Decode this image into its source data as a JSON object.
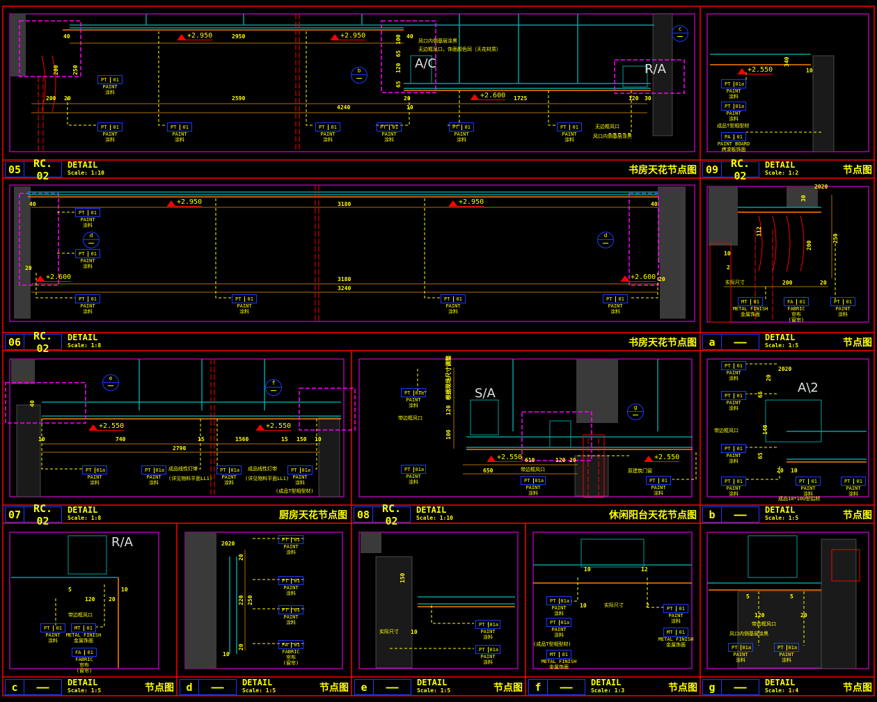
{
  "colors": {
    "background": "#000000",
    "frame": "#ff0000",
    "text": "#ffff00",
    "tag_border": "#1a3cff",
    "callout": "#ff00ff",
    "structure": "#008080",
    "finish": "#ff8000"
  },
  "panels": [
    {
      "id": "05",
      "ref": "RC. 02",
      "label": "DETAIL",
      "scale": "Scale: 1:10",
      "title": "书房天花节点图",
      "tags": [
        {
          "code": "PT",
          "num": "01",
          "en": "PAINT",
          "cn": "涂料"
        },
        {
          "code": "PT",
          "num": "01",
          "en": "PAINT",
          "cn": "涂料"
        },
        {
          "code": "PT",
          "num": "01",
          "en": "PAINT",
          "cn": "涂料"
        },
        {
          "code": "PT",
          "num": "01",
          "en": "PAINT",
          "cn": "涂料"
        },
        {
          "code": "PT",
          "num": "01",
          "en": "PAINT",
          "cn": "涂料"
        },
        {
          "code": "PT",
          "num": "01",
          "en": "PAINT",
          "cn": "涂料"
        },
        {
          "code": "PT",
          "num": "01",
          "en": "PAINT",
          "cn": "涂料"
        }
      ],
      "elevations": [
        "+2.950",
        "+2.950",
        "+2.600"
      ],
      "dims": [
        "40",
        "2950",
        "40",
        "2590",
        "4240",
        "200",
        "20",
        "1725",
        "120",
        "30",
        "10",
        "20",
        "250",
        "200",
        "100",
        "65",
        "120",
        "65"
      ],
      "notes": [
        "风口内侧基层涂黑",
        "无边框风口，饰面颜色同（天花材质）",
        "无边框风口",
        "风口内侧基层涂黑"
      ],
      "callouts": [
        "b",
        "c"
      ],
      "labels": [
        "A/C",
        "R/A"
      ]
    },
    {
      "id": "09",
      "ref": "RC. 02",
      "label": "DETAIL",
      "scale": "Scale: 1:2",
      "title": "节点图",
      "tags": [
        {
          "code": "PT",
          "num": "01a",
          "en": "PAINT",
          "cn": "涂料"
        },
        {
          "code": "PT",
          "num": "01a",
          "en": "PAINT",
          "cn": "涂料"
        },
        {
          "code": "PA",
          "num": "01",
          "en": "PAINT BOARD",
          "cn": "烤漆板饰面"
        }
      ],
      "elevations": [
        "+2.550"
      ],
      "dims": [
        "10",
        "340"
      ],
      "notes": [
        "成品T型相型材"
      ],
      "callouts": [],
      "labels": []
    },
    {
      "id": "06",
      "ref": "RC. 02",
      "label": "DETAIL",
      "scale": "Scale: 1:8",
      "title": "书房天花节点图",
      "tags": [
        {
          "code": "PT",
          "num": "01",
          "en": "PAINT",
          "cn": "涂料"
        },
        {
          "code": "PT",
          "num": "01",
          "en": "PAINT",
          "cn": "涂料"
        },
        {
          "code": "PT",
          "num": "01",
          "en": "PAINT",
          "cn": "涂料"
        },
        {
          "code": "PT",
          "num": "01",
          "en": "PAINT",
          "cn": "涂料"
        },
        {
          "code": "PT",
          "num": "01",
          "en": "PAINT",
          "cn": "涂料"
        },
        {
          "code": "PT",
          "num": "01",
          "en": "PAINT",
          "cn": "涂料"
        }
      ],
      "elevations": [
        "+2.950",
        "+2.950",
        "+2.600",
        "+2.600"
      ],
      "dims": [
        "40",
        "3180",
        "40",
        "3180",
        "3240",
        "20",
        "20"
      ],
      "notes": [],
      "callouts": [
        "d",
        "d"
      ],
      "labels": []
    },
    {
      "id": "a",
      "ref": "——",
      "label": "DETAIL",
      "scale": "Scale: 1:5",
      "title": "节点图",
      "tags": [
        {
          "code": "MT",
          "num": "01",
          "en": "METAL FINISH",
          "cn": "金属饰面"
        },
        {
          "code": "FA",
          "num": "01",
          "en": "FABRIC",
          "cn": "帘布",
          "extra": "(窗帘)"
        },
        {
          "code": "PT",
          "num": "01",
          "en": "PAINT",
          "cn": "涂料"
        }
      ],
      "elevations": [],
      "dims": [
        "2020",
        "30",
        "112",
        "200",
        "250",
        "200",
        "20",
        "10",
        "2"
      ],
      "notes": [
        "实际尺寸"
      ],
      "callouts": [],
      "labels": []
    },
    {
      "id": "07",
      "ref": "RC. 02",
      "label": "DETAIL",
      "scale": "Scale: 1:8",
      "title": "厨房天花节点图",
      "tags": [
        {
          "code": "PT",
          "num": "01a",
          "en": "PAINT",
          "cn": "涂料"
        },
        {
          "code": "PT",
          "num": "01a",
          "en": "PAINT",
          "cn": "涂料"
        },
        {
          "code": "PT",
          "num": "01a",
          "en": "PAINT",
          "cn": "涂料"
        },
        {
          "code": "PT",
          "num": "01a",
          "en": "PAINT",
          "cn": "涂料"
        }
      ],
      "elevations": [
        "+2.550",
        "+2.550"
      ],
      "dims": [
        "40",
        "740",
        "2790",
        "10",
        "15",
        "1560",
        "15",
        "150",
        "10"
      ],
      "notes": [
        "成品线性灯带",
        "(详见物料平面LL1)",
        "成品线性灯带",
        "(详见物料平面LL1)",
        "(成品T型相型材)"
      ],
      "callouts": [
        "e",
        "f"
      ],
      "labels": []
    },
    {
      "id": "08",
      "ref": "RC. 02",
      "label": "DETAIL",
      "scale": "Scale: 1:10",
      "title": "休闲阳台天花节点图",
      "tags": [
        {
          "code": "PT",
          "num": "01a",
          "en": "PAINT",
          "cn": "涂料"
        },
        {
          "code": "PT",
          "num": "01a",
          "en": "PAINT",
          "cn": "涂料"
        },
        {
          "code": "PT",
          "num": "01a",
          "en": "PAINT",
          "cn": "涂料"
        },
        {
          "code": "PT",
          "num": "01",
          "en": "PAINT",
          "cn": "涂料"
        }
      ],
      "elevations": [
        "+2.550",
        "+2.550"
      ],
      "dims": [
        "根据现场尺寸调整",
        "120",
        "100",
        "610",
        "650",
        "120",
        "20"
      ],
      "notes": [
        "带边框风口",
        "带边框风口",
        "原建筑门窗"
      ],
      "callouts": [
        "g"
      ],
      "labels": [
        "S/A"
      ]
    },
    {
      "id": "b",
      "ref": "——",
      "label": "DETAIL",
      "scale": "Scale: 1:5",
      "title": "节点图",
      "tags": [
        {
          "code": "PT",
          "num": "01",
          "en": "PAINT",
          "cn": "涂料"
        },
        {
          "code": "PT",
          "num": "01",
          "en": "PAINT",
          "cn": "涂料"
        },
        {
          "code": "PT",
          "num": "01",
          "en": "PAINT",
          "cn": "涂料"
        },
        {
          "code": "PT",
          "num": "01",
          "en": "PAINT",
          "cn": "涂料"
        },
        {
          "code": "PT",
          "num": "01",
          "en": "PAINT",
          "cn": "涂料"
        },
        {
          "code": "PT",
          "num": "01",
          "en": "PAINT",
          "cn": "涂料"
        }
      ],
      "elevations": [],
      "dims": [
        "2020",
        "20",
        "10",
        "140",
        "65",
        "65",
        "20"
      ],
      "notes": [
        "带边框风口",
        "成品10*10U型铝材"
      ],
      "callouts": [],
      "labels": [
        "A\\2"
      ]
    },
    {
      "id": "c",
      "ref": "——",
      "label": "DETAIL",
      "scale": "Scale: 1:5",
      "title": "节点图",
      "tags": [
        {
          "code": "PT",
          "num": "01",
          "en": "PAINT",
          "cn": "涂料"
        },
        {
          "code": "MT",
          "num": "01",
          "en": "METAL FINISH",
          "cn": "金属饰面"
        },
        {
          "code": "FA",
          "num": "01",
          "en": "FABRIC",
          "cn": "帘布",
          "extra": "(窗帘)"
        }
      ],
      "elevations": [],
      "dims": [
        "5",
        "120",
        "20",
        "10"
      ],
      "notes": [
        "带边框风口"
      ],
      "callouts": [],
      "labels": [
        "R/A"
      ]
    },
    {
      "id": "d",
      "ref": "——",
      "label": "DETAIL",
      "scale": "Scale: 1:5",
      "title": "节点图",
      "tags": [
        {
          "code": "PT",
          "num": "01",
          "en": "PAINT",
          "cn": "涂料"
        },
        {
          "code": "PT",
          "num": "01",
          "en": "PAINT",
          "cn": "涂料"
        },
        {
          "code": "PT",
          "num": "01",
          "en": "PAINT",
          "cn": "涂料"
        },
        {
          "code": "FA",
          "num": "01",
          "en": "FABRIC",
          "cn": "帘布",
          "extra": "(窗帘)"
        }
      ],
      "elevations": [],
      "dims": [
        "2020",
        "20",
        "220",
        "250",
        "20",
        "10"
      ],
      "notes": [],
      "callouts": [],
      "labels": []
    },
    {
      "id": "e",
      "ref": "——",
      "label": "DETAIL",
      "scale": "Scale: 1:5",
      "title": "节点图",
      "tags": [
        {
          "code": "PT",
          "num": "01a",
          "en": "PAINT",
          "cn": "涂料"
        },
        {
          "code": "PT",
          "num": "01a",
          "en": "PAINT",
          "cn": "涂料"
        }
      ],
      "elevations": [],
      "dims": [
        "150",
        "10"
      ],
      "notes": [
        "实际尺寸"
      ],
      "callouts": [],
      "labels": []
    },
    {
      "id": "f",
      "ref": "——",
      "label": "DETAIL",
      "scale": "Scale: 1:3",
      "title": "节点图",
      "tags": [
        {
          "code": "PT",
          "num": "01a",
          "en": "PAINT",
          "cn": "涂料"
        },
        {
          "code": "PT",
          "num": "01a",
          "en": "PAINT",
          "cn": "涂料"
        },
        {
          "code": "MT",
          "num": "01",
          "en": "METAL FINISH",
          "cn": "金属饰面"
        },
        {
          "code": "PT",
          "num": "01",
          "en": "PAINT",
          "cn": "涂料"
        },
        {
          "code": "MT",
          "num": "01",
          "en": "METAL FINISH",
          "cn": "金属饰面"
        }
      ],
      "elevations": [],
      "dims": [
        "10",
        "12",
        "10",
        "2"
      ],
      "notes": [
        "实际尺寸",
        "(成品T型相型材)"
      ],
      "callouts": [],
      "labels": []
    },
    {
      "id": "g",
      "ref": "——",
      "label": "DETAIL",
      "scale": "Scale: 1:4",
      "title": "节点图",
      "tags": [
        {
          "code": "PT",
          "num": "01a",
          "en": "PAINT",
          "cn": "涂料"
        },
        {
          "code": "PT",
          "num": "01a",
          "en": "PAINT",
          "cn": "涂料"
        }
      ],
      "elevations": [],
      "dims": [
        "5",
        "5",
        "120",
        "20"
      ],
      "notes": [
        "带边框风口",
        "风口内侧基层涂黑"
      ],
      "callouts": [],
      "labels": []
    }
  ]
}
